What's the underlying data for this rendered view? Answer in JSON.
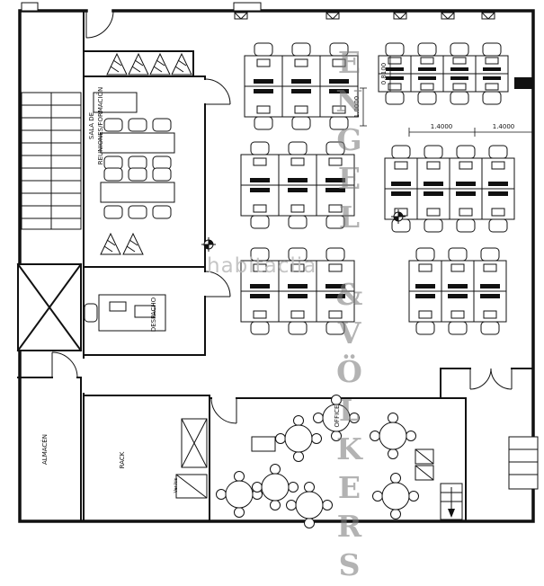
{
  "labels": {
    "meeting_line1": "SALA DE",
    "meeting_line2": "REUNIONES/FORMACIÓN",
    "despacho": "DESPACHO",
    "almacen": "ALMACÉN",
    "rack": "RACK",
    "rack_note": "Ver.Itis",
    "office": "OFFICE"
  },
  "dimensions": {
    "desk_width": "1.0000",
    "desk_depth": "0.8100",
    "span_right_a": "1.4000",
    "span_right_b": "1.4000"
  },
  "watermarks": {
    "brand": "ENGEL &VÖLKERS",
    "portal": "habitaclia"
  },
  "colors": {
    "line": "#111111",
    "brand_watermark": "#7d7d7d",
    "portal_watermark": "#bcbcbc",
    "background": "#ffffff"
  }
}
